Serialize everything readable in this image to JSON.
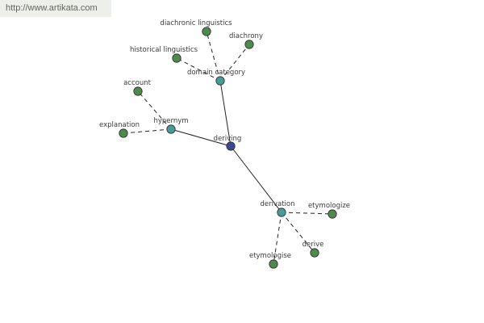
{
  "watermark": "http://www.artikata.com",
  "colors": {
    "root": "#3b4a8f",
    "category": "#4a9a9a",
    "leaf": "#4e8a4e",
    "stroke": "#2b2b2b",
    "edge": "#222222"
  },
  "nodes": [
    {
      "id": "deriving",
      "label": "deriving",
      "kind": "root"
    },
    {
      "id": "domain-category",
      "label": "domain category",
      "kind": "category"
    },
    {
      "id": "hypernym",
      "label": "hypernym",
      "kind": "category"
    },
    {
      "id": "derivation",
      "label": "derivation",
      "kind": "category"
    },
    {
      "id": "diachronic-linguistics",
      "label": "diachronic linguistics",
      "kind": "leaf"
    },
    {
      "id": "diachrony",
      "label": "diachrony",
      "kind": "leaf"
    },
    {
      "id": "historical-linguistics",
      "label": "historical linguistics",
      "kind": "leaf"
    },
    {
      "id": "account",
      "label": "account",
      "kind": "leaf"
    },
    {
      "id": "explanation",
      "label": "explanation",
      "kind": "leaf"
    },
    {
      "id": "etymologize",
      "label": "etymologize",
      "kind": "leaf"
    },
    {
      "id": "derive",
      "label": "derive",
      "kind": "leaf"
    },
    {
      "id": "etymologise",
      "label": "etymologise",
      "kind": "leaf"
    }
  ],
  "edges": [
    {
      "from": "deriving",
      "to": "domain-category",
      "style": "solid"
    },
    {
      "from": "deriving",
      "to": "hypernym",
      "style": "solid"
    },
    {
      "from": "deriving",
      "to": "derivation",
      "style": "solid"
    },
    {
      "from": "domain-category",
      "to": "diachronic-linguistics",
      "style": "dashed"
    },
    {
      "from": "domain-category",
      "to": "diachrony",
      "style": "dashed"
    },
    {
      "from": "domain-category",
      "to": "historical-linguistics",
      "style": "dashed"
    },
    {
      "from": "hypernym",
      "to": "account",
      "style": "dashed"
    },
    {
      "from": "hypernym",
      "to": "explanation",
      "style": "dashed"
    },
    {
      "from": "derivation",
      "to": "etymologize",
      "style": "dashed"
    },
    {
      "from": "derivation",
      "to": "derive",
      "style": "dashed"
    },
    {
      "from": "derivation",
      "to": "etymologise",
      "style": "dashed"
    }
  ]
}
